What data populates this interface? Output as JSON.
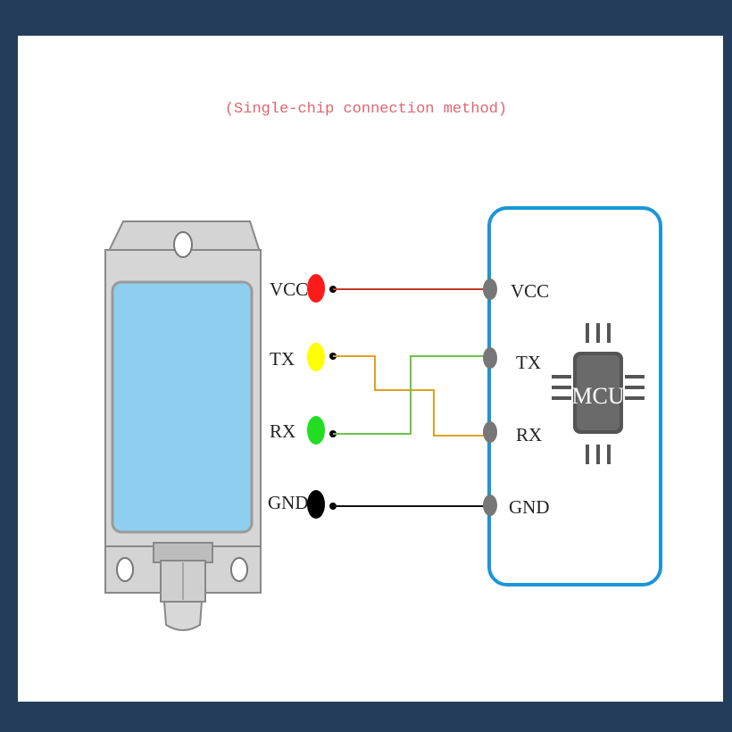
{
  "title": "(Single-chip connection method)",
  "sensor_pins": [
    "VCC",
    "TX",
    "RX",
    "GND"
  ],
  "mcu_pins": [
    "VCC",
    "TX",
    "RX",
    "GND"
  ],
  "mcu_label": "MCU",
  "colors": {
    "title": "#e06570",
    "vcc_wire": "#c0392b",
    "tx_wire": "#e0a020",
    "rx_wire": "#6cc24a",
    "gnd_wire": "#111111",
    "vcc_dot": "#ff1a1a",
    "tx_dot": "#ffff00",
    "rx_dot": "#22dd22",
    "gnd_dot": "#000000",
    "mcu_border": "#1b95d8",
    "sensor_face": "#8ecff0"
  }
}
